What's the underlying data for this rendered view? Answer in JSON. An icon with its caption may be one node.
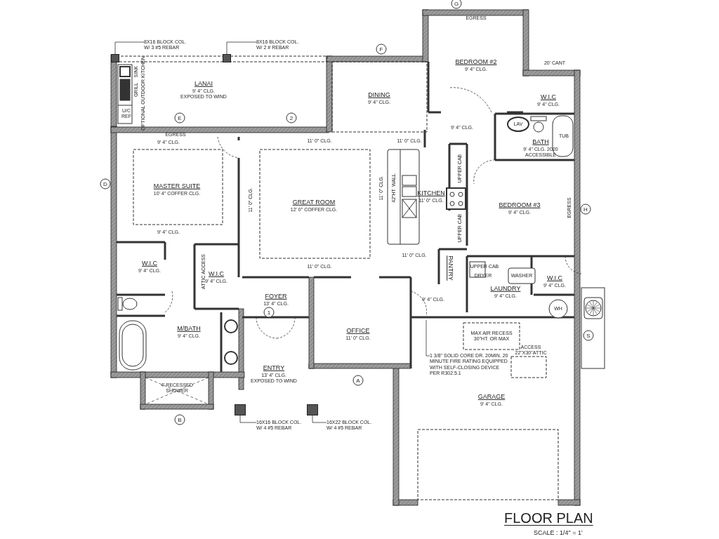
{
  "diagram": {
    "title": "FLOOR PLAN",
    "caption": "SCALE : 1/4\" = 1'",
    "nodes": [
      {
        "text": [
          "BEDROOM #2",
          "9' 4\" CLG."
        ]
      },
      {
        "text": [
          "LANAI",
          "9' 4\" CLG. EXPOSED TO WIND"
        ]
      },
      {
        "text": [
          "DINING",
          "9' 4\" CLG."
        ]
      },
      {
        "text": [
          "W.I.C",
          "9' 4\" CLG."
        ]
      },
      {
        "text": [
          "BATH",
          "9' 4\" CLG. 2020 ACCESSIBLE"
        ]
      },
      {
        "text": [
          "MASTER SUITE",
          "10' 4\" COFFER CLG."
        ]
      },
      {
        "text": [
          "GREAT ROOM",
          "12' 0\" COFFER CLG."
        ]
      },
      {
        "text": [
          "KITCHEN",
          "11' 0\" CLG."
        ]
      },
      {
        "text": [
          "BEDROOM #3",
          "9' 4\" CLG."
        ]
      },
      {
        "text": [
          "W.I.C",
          "9' 4\" CLG."
        ]
      },
      {
        "text": [
          "W.I.C",
          "9' 4\" CLG."
        ]
      },
      {
        "text": [
          "PANTRY"
        ]
      },
      {
        "text": [
          "LAUNDRY",
          "9' 4\" CLG."
        ]
      },
      {
        "text": [
          "W.I.C",
          "9' 4\" CLG."
        ]
      },
      {
        "text": [
          "FOYER",
          "13' 4\" CLG."
        ]
      },
      {
        "text": [
          "OFFICE",
          "11' 0\" CLG."
        ]
      },
      {
        "text": [
          "M/BATH",
          "9' 4\" CLG."
        ]
      },
      {
        "text": [
          "ENTRY",
          "13' 4\" CLG. EXPOSED TO WIND"
        ]
      },
      {
        "text": [
          "GARAGE",
          "9' 4\" CLG."
        ]
      },
      {
        "text": [
          "8X16 BLOCK COL. W/ 3 #5 REBAR"
        ]
      },
      {
        "text": [
          "8X16 BLOCK COL. W/ 2 # REBAR"
        ]
      },
      {
        "text": [],
        "shape": "box"
      },
      {
        "text": [],
        "shape": "box"
      },
      {
        "text": [],
        "shape": "box"
      },
      {
        "text": [],
        "shape": "box"
      },
      {
        "text": [
          "16X16 BLOCK COL. W/ 4 #5 REBAR"
        ]
      },
      {
        "text": [
          "16X22 BLOCK COL. W/ 4 #5 REBAR"
        ]
      },
      {
        "text": [
          "1 3/8\" SOLID CORE DR. 20MIN. 20 MINUTE FIRE RATING EQUIPPED WITH SELF-CLOSING DEVICE PER R302.5.1"
        ]
      }
    ],
    "edges": [
      {
        "from": 19,
        "to": 21,
        "arrow": "none"
      },
      {
        "from": 20,
        "to": 22,
        "arrow": "none"
      },
      {
        "from": 25,
        "to": 23,
        "arrow": "none"
      },
      {
        "from": 26,
        "to": 24,
        "arrow": "none"
      },
      {
        "from": 27,
        "to": null,
        "arrow": "none"
      }
    ],
    "labels": [
      "G",
      "EGRESS",
      "F",
      "20' CANT",
      "OPTIONAL OUTDOOR KITCHEN",
      "SINK",
      "GRILL",
      "U/C REF",
      "E",
      "2",
      "LAV",
      "9' 4\" CLG.",
      "TUB",
      "EGRESS",
      "9' 4\" CLG.",
      "11' 0\" CLG.",
      "11' 0\" CLG.",
      "UPPER CAB",
      "D",
      "11' 0\" CLG.",
      "11' 0\" CLG.",
      "42\"HT. WALL",
      "UPPER CAB",
      "EGRESS",
      "H",
      "9' 4\" CLG.",
      "11' 0\" CLG.",
      "11' 0\" CLG.",
      "ATTIC ACCESS",
      "UPPER CAB",
      "DRYER",
      "WASHER",
      "9' 4\" CLG.",
      "WH",
      "1",
      "S",
      "MAX AIR RECESS 30\"HT. OR MAX",
      "ACCESS 22\"X30\"ATTIC",
      "A",
      "4' RECESSED SHOWER",
      "B"
    ]
  }
}
